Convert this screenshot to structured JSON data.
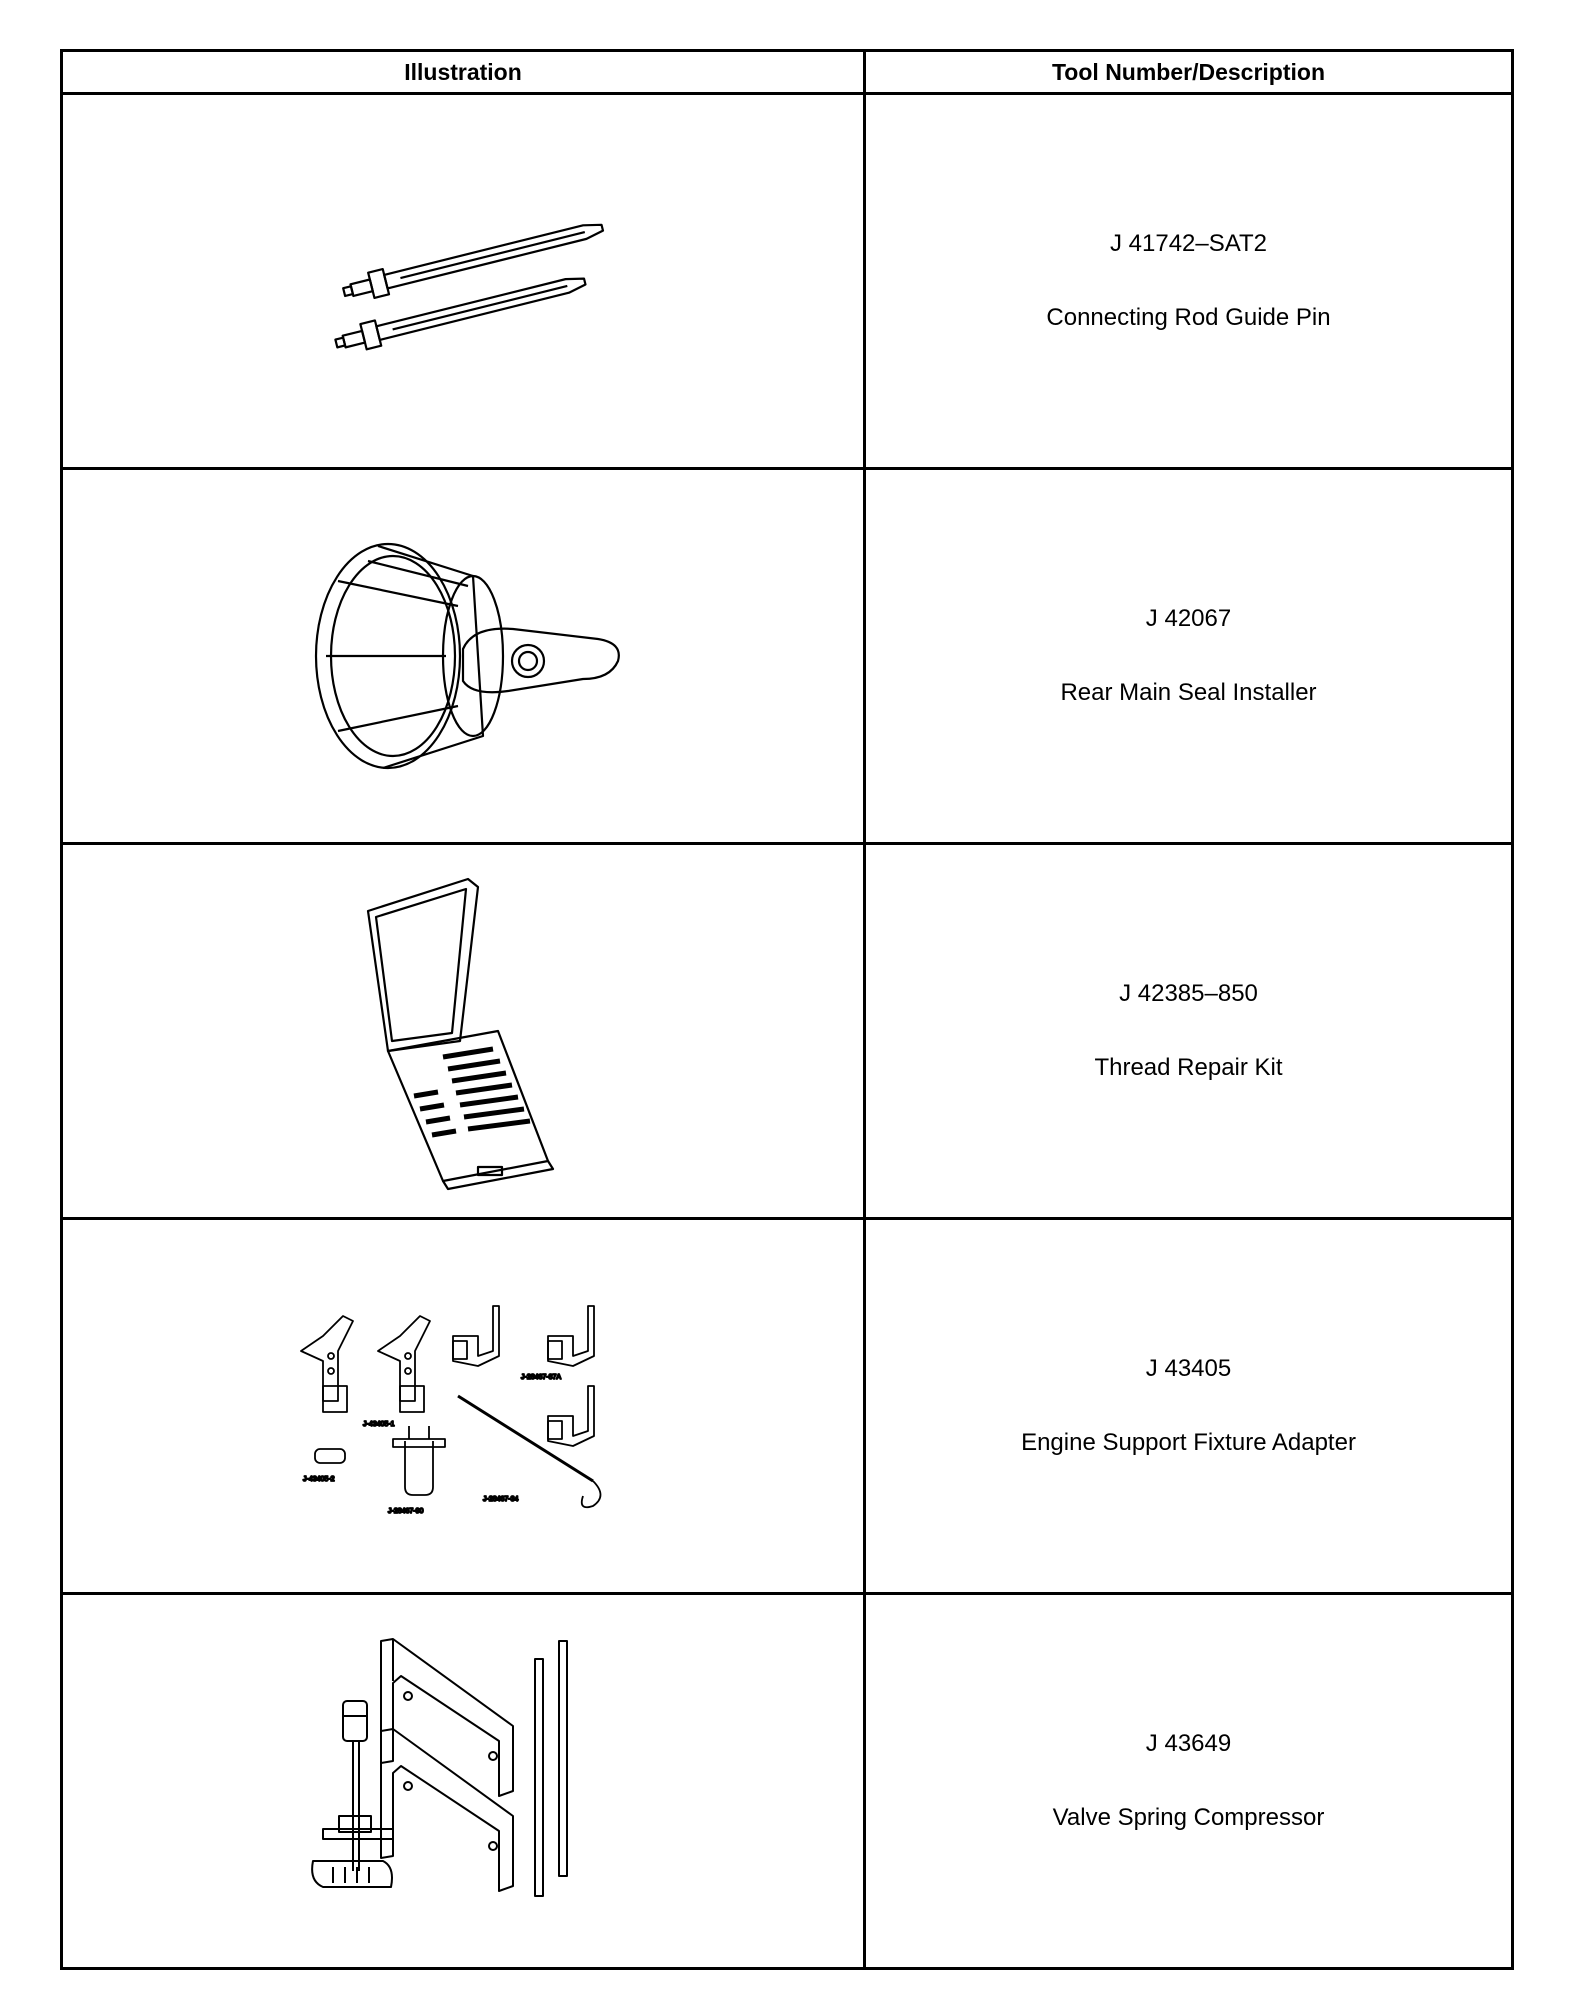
{
  "table": {
    "headers": {
      "illustration": "Illustration",
      "description": "Tool Number/Description"
    },
    "rows": [
      {
        "number": "J 41742–SAT2",
        "name": "Connecting Rod Guide Pin",
        "illustration_icon": "connecting-rod-guide-pin-icon"
      },
      {
        "number": "J 42067",
        "name": "Rear Main Seal Installer",
        "illustration_icon": "rear-main-seal-installer-icon"
      },
      {
        "number": "J 42385–850",
        "name": "Thread Repair Kit",
        "illustration_icon": "thread-repair-kit-icon"
      },
      {
        "number": "J 43405",
        "name": "Engine Support Fixture Adapter",
        "illustration_icon": "engine-support-fixture-adapter-icon",
        "part_labels": [
          "J-43405-1",
          "J-43405-2",
          "J-28467-87A",
          "J-28467-90",
          "J-28467-34"
        ]
      },
      {
        "number": "J 43649",
        "name": "Valve Spring Compressor",
        "illustration_icon": "valve-spring-compressor-icon"
      }
    ]
  }
}
